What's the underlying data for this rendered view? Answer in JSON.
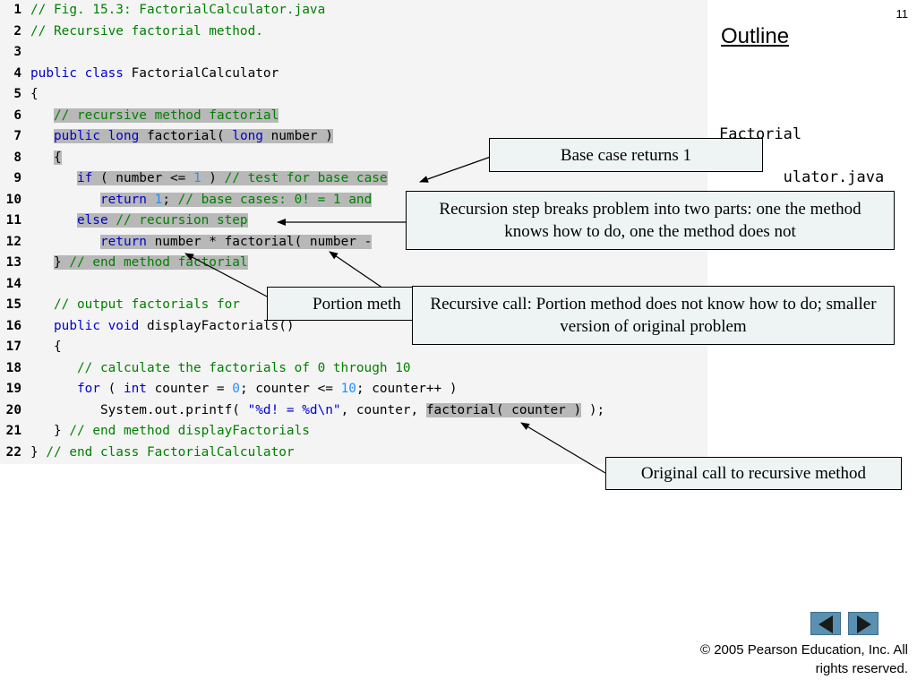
{
  "page_number": "11",
  "outline_label": "Outline",
  "side_file": "Factorial\n       ulator.java",
  "code_lines": [
    {
      "n": "1",
      "parts": [
        {
          "t": "// Fig. 15.3: FactorialCalculator.java",
          "c": "cm"
        }
      ]
    },
    {
      "n": "2",
      "parts": [
        {
          "t": "// Recursive factorial method.",
          "c": "cm"
        }
      ]
    },
    {
      "n": "3",
      "parts": []
    },
    {
      "n": "4",
      "parts": [
        {
          "t": "public class ",
          "c": "kw"
        },
        {
          "t": "FactorialCalculator",
          "c": "pl"
        }
      ]
    },
    {
      "n": "5",
      "parts": [
        {
          "t": "{",
          "c": "pl"
        }
      ]
    },
    {
      "n": "6",
      "parts": [
        {
          "t": "   ",
          "c": "pl"
        },
        {
          "t": "// recursive method factorial",
          "c": "cm",
          "h": true
        }
      ]
    },
    {
      "n": "7",
      "parts": [
        {
          "t": "   ",
          "c": "pl"
        },
        {
          "t": "public long ",
          "c": "kw",
          "h": true
        },
        {
          "t": "factorial( ",
          "c": "pl",
          "h": true
        },
        {
          "t": "long ",
          "c": "kw",
          "h": true
        },
        {
          "t": "number )",
          "c": "pl",
          "h": true
        }
      ]
    },
    {
      "n": "8",
      "parts": [
        {
          "t": "   ",
          "c": "pl"
        },
        {
          "t": "{",
          "c": "pl",
          "h": true
        }
      ]
    },
    {
      "n": "9",
      "parts": [
        {
          "t": "      ",
          "c": "pl"
        },
        {
          "t": "if ",
          "c": "kw",
          "h": true
        },
        {
          "t": "( number <= ",
          "c": "pl",
          "h": true
        },
        {
          "t": "1",
          "c": "num",
          "h": true
        },
        {
          "t": " ) ",
          "c": "pl",
          "h": true
        },
        {
          "t": "// test for base case",
          "c": "cm",
          "h": true
        }
      ]
    },
    {
      "n": "10",
      "parts": [
        {
          "t": "         ",
          "c": "pl"
        },
        {
          "t": "return ",
          "c": "kw",
          "h": true
        },
        {
          "t": "1",
          "c": "num",
          "h": true
        },
        {
          "t": "; ",
          "c": "pl",
          "h": true
        },
        {
          "t": "// base cases: 0! = 1 and",
          "c": "cm",
          "h": true
        }
      ]
    },
    {
      "n": "11",
      "parts": [
        {
          "t": "      ",
          "c": "pl"
        },
        {
          "t": "else ",
          "c": "kw",
          "h": true
        },
        {
          "t": "// recursion step",
          "c": "cm",
          "h": true
        }
      ]
    },
    {
      "n": "12",
      "parts": [
        {
          "t": "         ",
          "c": "pl"
        },
        {
          "t": "return ",
          "c": "kw",
          "h": true
        },
        {
          "t": "number * factorial( number -",
          "c": "pl",
          "h": true
        }
      ]
    },
    {
      "n": "13",
      "parts": [
        {
          "t": "   ",
          "c": "pl"
        },
        {
          "t": "} ",
          "c": "pl",
          "h": true
        },
        {
          "t": "// end method factorial",
          "c": "cm",
          "h": true
        }
      ]
    },
    {
      "n": "14",
      "parts": []
    },
    {
      "n": "15",
      "parts": [
        {
          "t": "   ",
          "c": "pl"
        },
        {
          "t": "// output factorials for",
          "c": "cm"
        }
      ]
    },
    {
      "n": "16",
      "parts": [
        {
          "t": "   ",
          "c": "pl"
        },
        {
          "t": "public void ",
          "c": "kw"
        },
        {
          "t": "displayFactorials()",
          "c": "pl"
        }
      ]
    },
    {
      "n": "17",
      "parts": [
        {
          "t": "   {",
          "c": "pl"
        }
      ]
    },
    {
      "n": "18",
      "parts": [
        {
          "t": "      ",
          "c": "pl"
        },
        {
          "t": "// calculate the factorials of 0 through 10",
          "c": "cm"
        }
      ]
    },
    {
      "n": "19",
      "parts": [
        {
          "t": "      ",
          "c": "pl"
        },
        {
          "t": "for ",
          "c": "kw"
        },
        {
          "t": "( ",
          "c": "pl"
        },
        {
          "t": "int ",
          "c": "kw"
        },
        {
          "t": "counter = ",
          "c": "pl"
        },
        {
          "t": "0",
          "c": "num"
        },
        {
          "t": "; counter <= ",
          "c": "pl"
        },
        {
          "t": "10",
          "c": "num"
        },
        {
          "t": "; counter++ )",
          "c": "pl"
        }
      ]
    },
    {
      "n": "20",
      "parts": [
        {
          "t": "         System.out.printf( ",
          "c": "pl"
        },
        {
          "t": "\"%d! = %d\\n\"",
          "c": "str"
        },
        {
          "t": ", counter, ",
          "c": "pl"
        },
        {
          "t": "factorial( counter )",
          "c": "pl",
          "h": true
        },
        {
          "t": " );",
          "c": "pl"
        }
      ]
    },
    {
      "n": "21",
      "parts": [
        {
          "t": "   } ",
          "c": "pl"
        },
        {
          "t": "// end method displayFactorials",
          "c": "cm"
        }
      ]
    },
    {
      "n": "22",
      "parts": [
        {
          "t": "} ",
          "c": "pl"
        },
        {
          "t": "// end class FactorialCalculator",
          "c": "cm"
        }
      ]
    }
  ],
  "callouts": {
    "base_case": "Base case returns 1",
    "recursion_step": "Recursion step breaks problem into two parts: one the method knows how to do, one the method does not",
    "portion": "Portion meth",
    "recursive_call": "Recursive call: Portion method does not know how to do; smaller version of original problem",
    "original_call": "Original call to recursive method"
  },
  "nav": {
    "prev_icon": "left-arrow-icon",
    "next_icon": "right-arrow-icon"
  },
  "copyright": "© 2005 Pearson Education, Inc.  All rights reserved.",
  "colors": {
    "comment": "#008000",
    "keyword": "#0000cc",
    "number": "#1e90ff",
    "highlight": "#b8b8b8",
    "callout_bg": "#eef4f4",
    "nav_button": "#5a90b0"
  }
}
